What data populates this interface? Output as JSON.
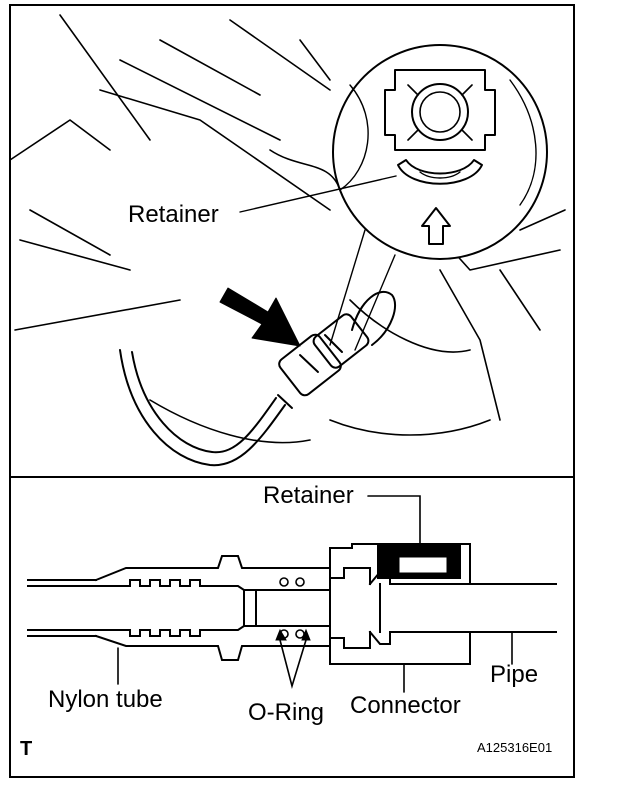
{
  "upper_view": {
    "retainer_label": "Retainer"
  },
  "cross_section": {
    "retainer_label": "Retainer",
    "nylon_tube_label": "Nylon tube",
    "o_ring_label": "O-Ring",
    "connector_label": "Connector",
    "pipe_label": "Pipe"
  },
  "footer": {
    "mark": "T",
    "figure_code": "A125316E01"
  }
}
